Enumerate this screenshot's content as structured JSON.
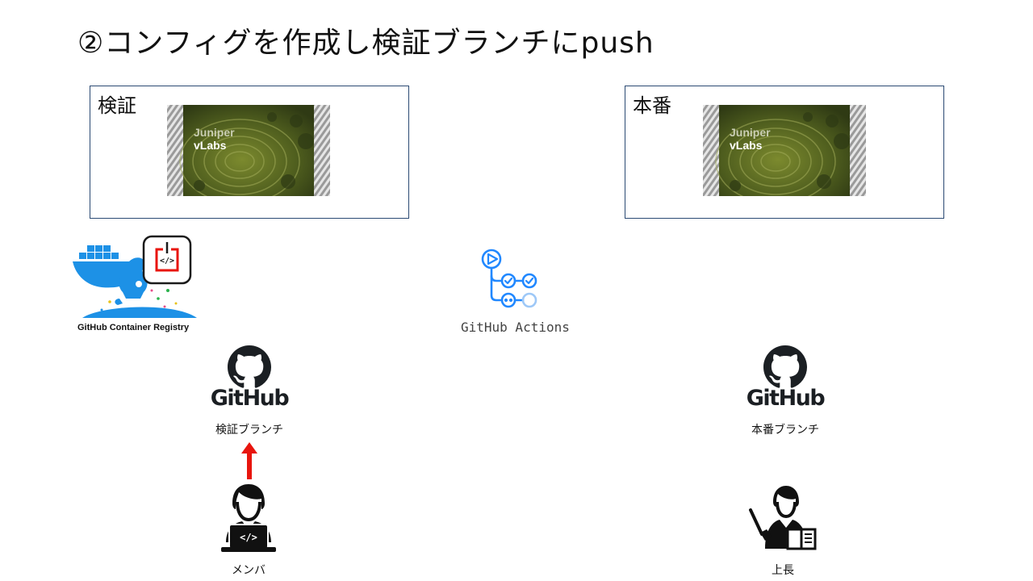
{
  "title": "②コンフィグを作成し検証ブランチにpush",
  "environments": {
    "verification": {
      "label": "検証",
      "image_text": {
        "line1": "Juniper",
        "line2": "vLabs"
      }
    },
    "production": {
      "label": "本番",
      "image_text": {
        "line1": "Juniper",
        "line2": "vLabs"
      }
    }
  },
  "registry": {
    "label": "GitHub Container Registry"
  },
  "actions": {
    "label": "GitHub Actions"
  },
  "repos": {
    "verification": {
      "logo_text": "GitHub",
      "branch_label": "検証ブランチ"
    },
    "production": {
      "logo_text": "GitHub",
      "branch_label": "本番ブランチ"
    }
  },
  "people": {
    "member": {
      "label": "メンバ"
    },
    "boss": {
      "label": "上長"
    }
  },
  "colors": {
    "box_border": "#2b4a73",
    "arrow": "#e8150e",
    "docker_blue": "#1d91e6",
    "actions_blue": "#2188ff",
    "vlabs_green": "#5d6b24"
  }
}
